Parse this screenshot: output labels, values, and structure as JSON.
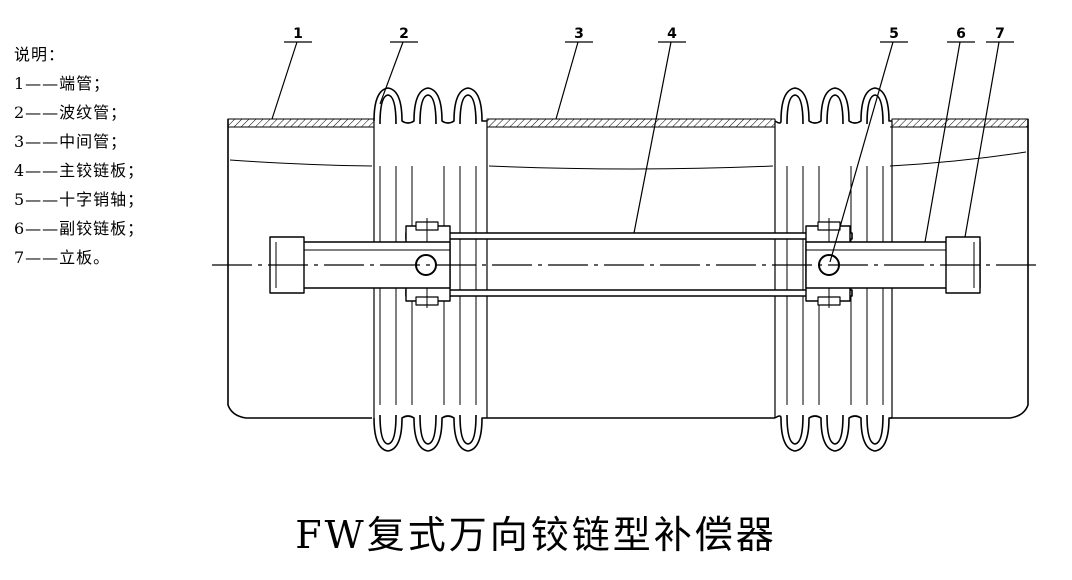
{
  "legend": {
    "heading": "说明：",
    "items": [
      "1——端管；",
      "2——波纹管；",
      "3——中间管；",
      "4——主铰链板；",
      "5——十字销轴；",
      "6——副铰链板；",
      "7——立板。"
    ]
  },
  "callouts": [
    "1",
    "2",
    "3",
    "4",
    "5",
    "6",
    "7"
  ],
  "title": "FW复式万向铰链型补偿器",
  "colors": {
    "line": "#000000",
    "background": "#ffffff"
  }
}
